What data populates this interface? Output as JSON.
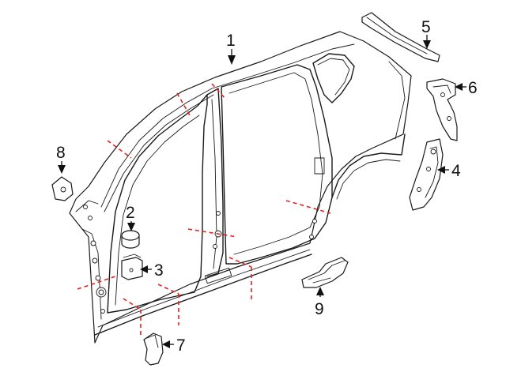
{
  "callouts": [
    {
      "id": "1",
      "label": "1"
    },
    {
      "id": "2",
      "label": "2"
    },
    {
      "id": "3",
      "label": "3"
    },
    {
      "id": "4",
      "label": "4"
    },
    {
      "id": "5",
      "label": "5"
    },
    {
      "id": "6",
      "label": "6"
    },
    {
      "id": "7",
      "label": "7"
    },
    {
      "id": "8",
      "label": "8"
    },
    {
      "id": "9",
      "label": "9"
    }
  ],
  "colors": {
    "outline": "#1a1a1a",
    "cut_line": "#e8201e",
    "background": "#ffffff"
  }
}
